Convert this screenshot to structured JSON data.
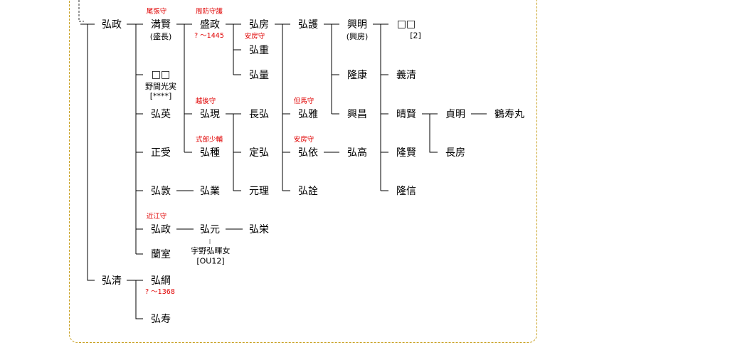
{
  "colors": {
    "line": "#000000",
    "label": "#e00000",
    "border": "#c8a020"
  },
  "n": {
    "hiromasa0": "弘政",
    "hirokiyo": "弘清",
    "mitsukata": "満賢",
    "mitsukata_sub": "(盛長)",
    "mitsukata_title": "尾張守",
    "unknown1": "□□",
    "unknown1_sub": "野間光実",
    "unknown1_ref": "[****]",
    "hirohide": "弘英",
    "shoju": "正受",
    "hiroatsu": "弘敦",
    "hiromasa1": "弘政",
    "hiromasa1_title": "近江守",
    "ranshitsu": "蘭室",
    "hirotsuna": "弘綱",
    "hirotsuna_dates": "? ～1368",
    "hirohisa": "弘寿",
    "morimasa": "盛政",
    "morimasa_title": "周防守護",
    "morimasa_dates": "? ～1445",
    "hiroaki": "弘現",
    "hiroaki_title": "越後守",
    "hirotane": "弘種",
    "hirotane_title": "式部少輔",
    "hirogyo": "弘業",
    "hiromoto": "弘元",
    "hiromoto_sub": "宇野弘暉女",
    "hiromoto_ref": "[OU12]",
    "hirofusa": "弘房",
    "hirofusa_title": "安房守",
    "hiroshige": "弘重",
    "hirokazu": "弘量",
    "nagahiro": "長弘",
    "sadahiro": "定弘",
    "genri": "元理",
    "hiroei": "弘栄",
    "hiromori": "弘護",
    "hiromasa2": "弘雅",
    "hiromasa2_title": "但馬守",
    "hiroyori": "弘依",
    "hiroyori_title": "安房守",
    "hiroaki2": "弘詮",
    "okiaki": "興明",
    "okiaki_sub": "(興房)",
    "takayasu": "隆康",
    "okimasa": "興昌",
    "hirotaka": "弘高",
    "unknown2": "□□",
    "unknown2_ref": "[2]",
    "yoshikiyo": "義清",
    "harukata": "晴賢",
    "takakata": "隆賢",
    "takanobu": "隆信",
    "sadaaki": "貞明",
    "nagafusa": "長房",
    "tsurujumaru": "鶴寿丸"
  }
}
